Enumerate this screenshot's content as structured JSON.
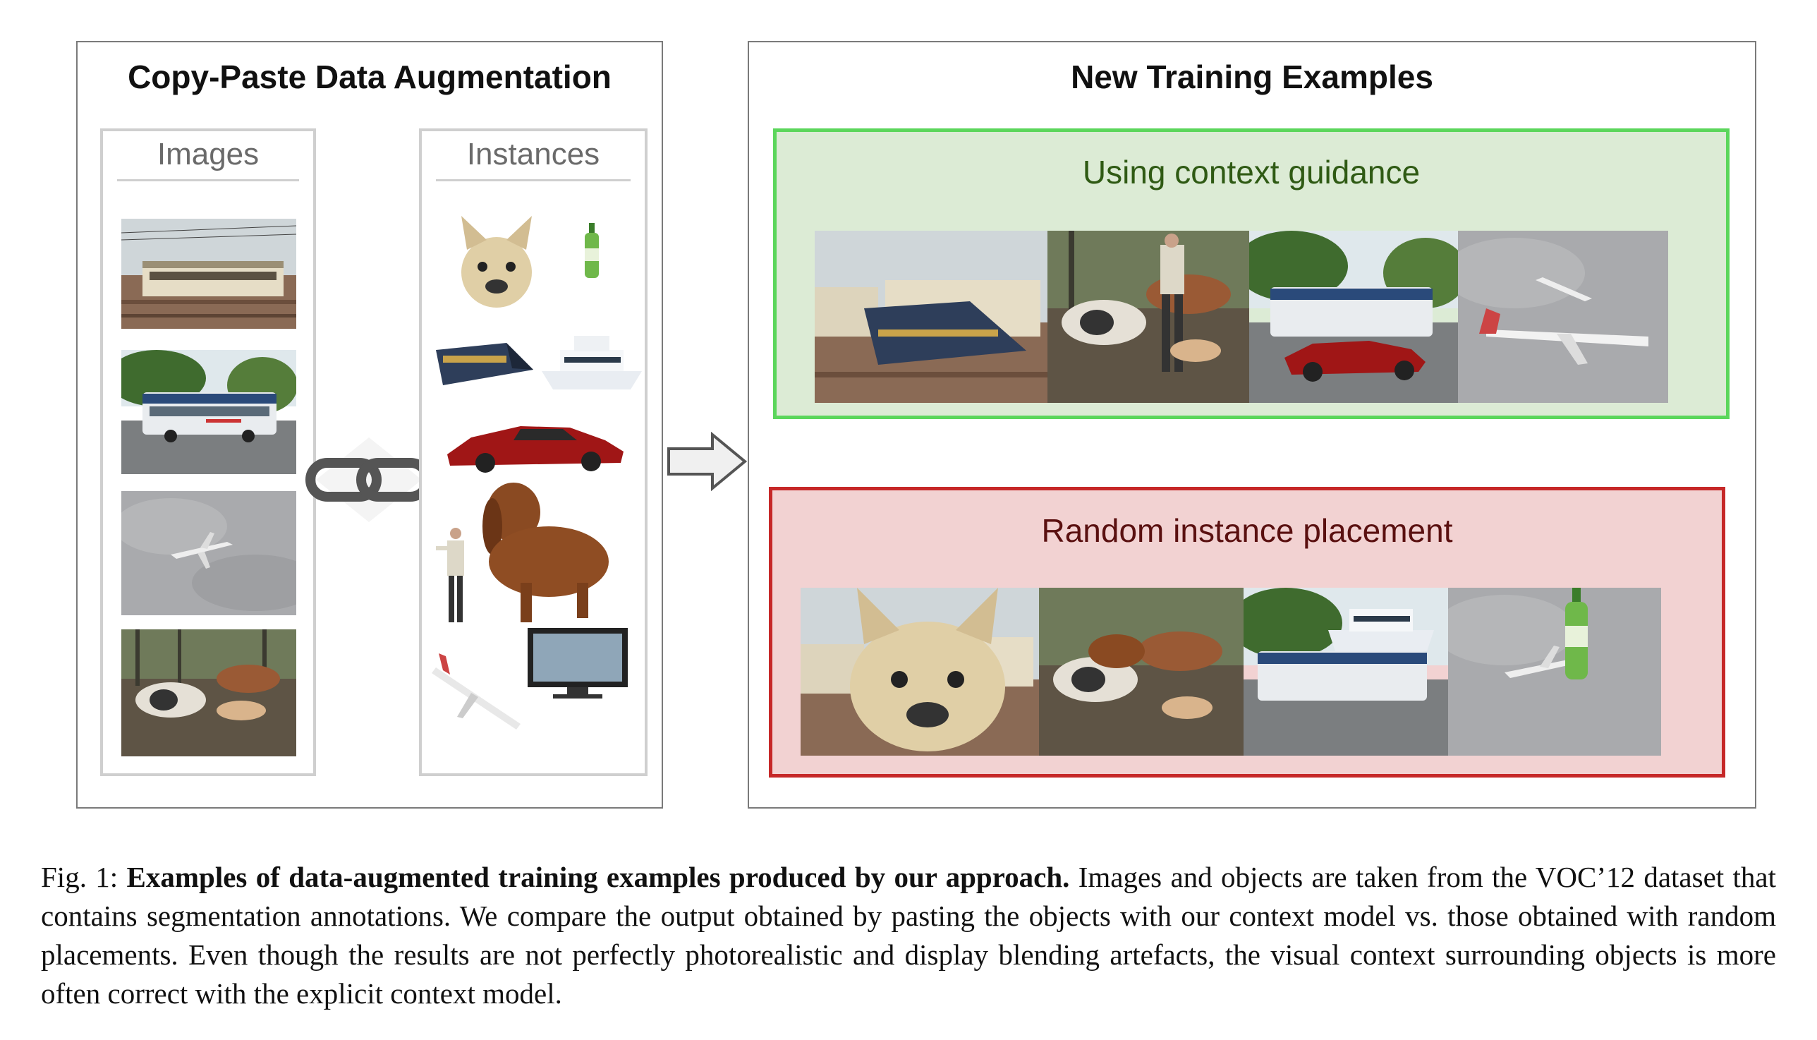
{
  "left_panel": {
    "title": "Copy-Paste Data Augmentation",
    "images_column": {
      "title": "Images"
    },
    "instances_column": {
      "title": "Instances"
    }
  },
  "right_panel": {
    "title": "New Training Examples",
    "context_box": {
      "label": "Using context guidance",
      "border_color": "#5bd65b",
      "fill_color": "#dcebd5",
      "text_color": "#2f5a14"
    },
    "random_box": {
      "label": "Random instance placement",
      "border_color": "#c62828",
      "fill_color": "#f2d2d2",
      "text_color": "#5a1010"
    }
  },
  "icons": [
    "link-icon",
    "right-arrow-icon"
  ],
  "caption": {
    "prefix": "Fig. 1: ",
    "bold": "Examples of data-augmented training examples produced by our approach.",
    "text": " Images and objects are taken from the VOC’12 dataset that contains segmentation annotations. We compare the output obtained by pasting the objects with our context model vs. those obtained with random placements. Even though the results are not perfectly photorealistic and display blending artefacts, the visual context surrounding objects is more often correct with the explicit context model."
  }
}
